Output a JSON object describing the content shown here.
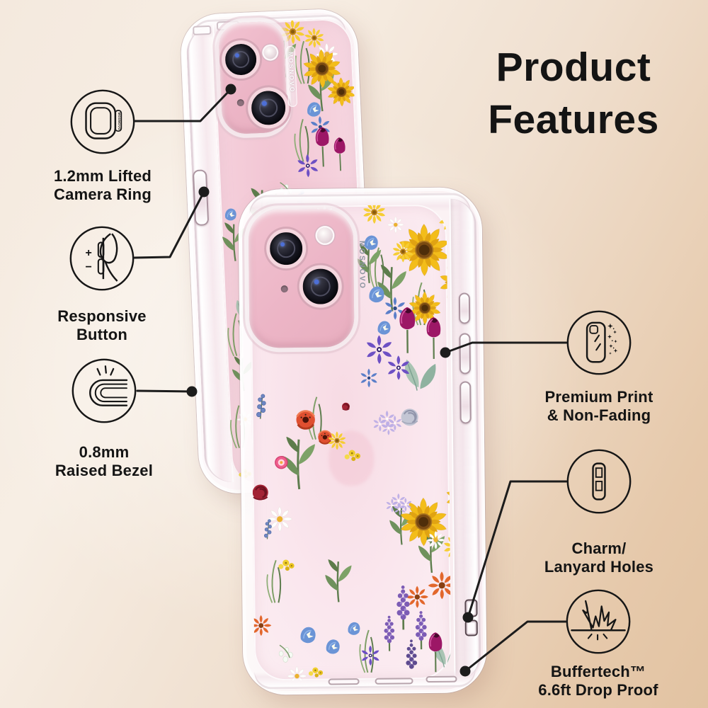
{
  "title": {
    "line1": "Product",
    "line2": "Features"
  },
  "brand": "MOSNOVO",
  "features": [
    {
      "id": "camera-ring",
      "icon": "camera-ring-icon",
      "line1": "1.2mm Lifted",
      "line2": "Camera Ring"
    },
    {
      "id": "responsive-button",
      "icon": "responsive-button-icon",
      "line1": "Responsive",
      "line2": "Button",
      "plus": "+",
      "minus": "−"
    },
    {
      "id": "raised-bezel",
      "icon": "raised-bezel-icon",
      "line1": "0.8mm",
      "line2": "Raised Bezel"
    },
    {
      "id": "premium-print",
      "icon": "premium-print-icon",
      "line1": "Premium Print",
      "line2": "& Non-Fading"
    },
    {
      "id": "lanyard-holes",
      "icon": "lanyard-holes-icon",
      "line1": "Charm/",
      "line2": "Lanyard Holes"
    },
    {
      "id": "drop-proof",
      "icon": "drop-proof-icon",
      "line1": "Buffertech™",
      "line2": "6.6ft Drop Proof"
    }
  ],
  "scene": {
    "phone_color": "pink",
    "case_style": "clear wildflower print case"
  },
  "colors": {
    "text": "#141414",
    "connector_line": "#1c1c1c",
    "background_warm": "#e6c9ab",
    "background_light": "#f7eee5",
    "phone_pink": "#f3c9d5",
    "case_interior": "#fceff3",
    "sunflower_yellow": "#f3bd1a",
    "tulip_magenta": "#9c1766",
    "bluebell_blue": "#6b94d6",
    "lavender_purple": "#7c5cb5"
  }
}
